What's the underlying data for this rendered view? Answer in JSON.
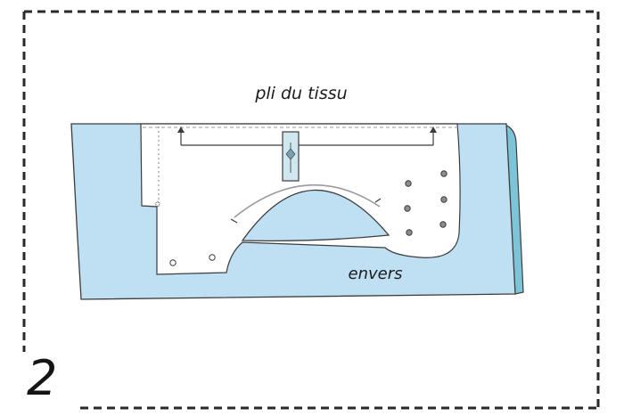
{
  "labels": {
    "fold": "pli du tissu",
    "wrong_side": "envers",
    "step": "2"
  },
  "colors": {
    "fabric": "#bfe0f3",
    "fabric_fold": "#7ec4d8",
    "pattern": "#ffffff",
    "outline": "#3c3c3c",
    "frame": "#2a2a2a"
  }
}
